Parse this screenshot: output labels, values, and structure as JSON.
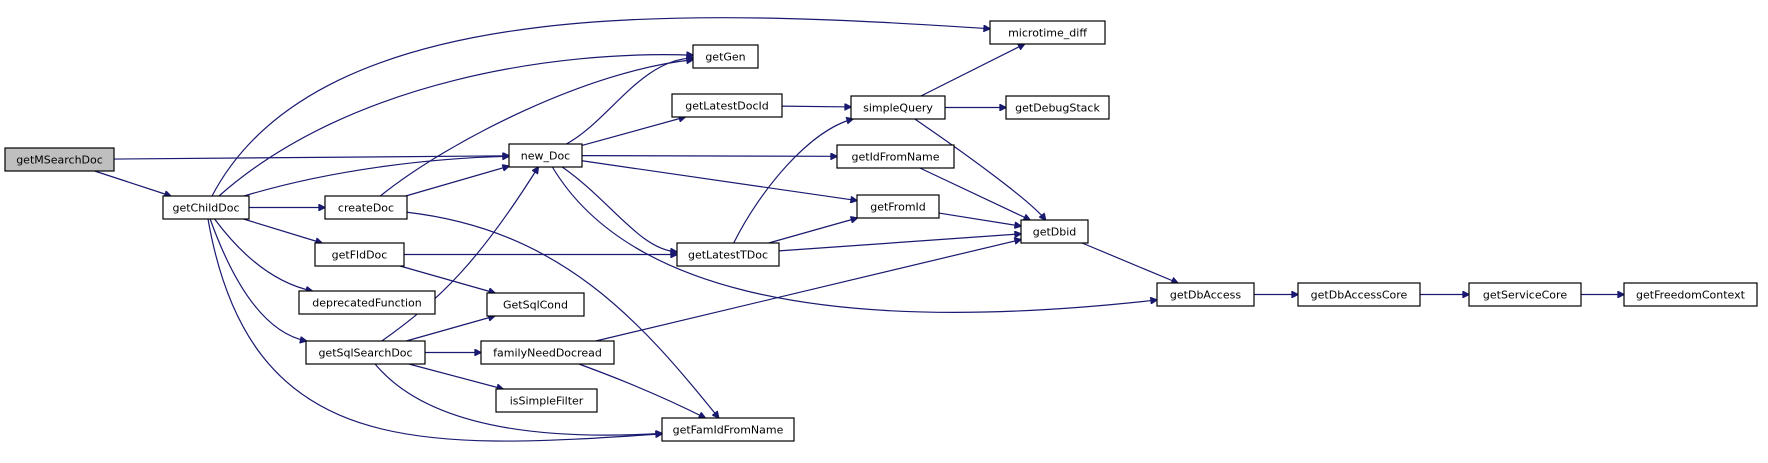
{
  "colors": {
    "edge": "#191970",
    "root_fill": "#bfbfbf",
    "node_fill": "#ffffff",
    "node_stroke": "#000000"
  },
  "nodes": [
    {
      "id": "getMSearchDoc",
      "label": "getMSearchDoc",
      "root": true
    },
    {
      "id": "getChildDoc",
      "label": "getChildDoc"
    },
    {
      "id": "new_Doc",
      "label": "new_Doc"
    },
    {
      "id": "createDoc",
      "label": "createDoc"
    },
    {
      "id": "getFldDoc",
      "label": "getFldDoc"
    },
    {
      "id": "deprecatedFunction",
      "label": "deprecatedFunction"
    },
    {
      "id": "getSqlSearchDoc",
      "label": "getSqlSearchDoc"
    },
    {
      "id": "getGen",
      "label": "getGen"
    },
    {
      "id": "getLatestDocId",
      "label": "getLatestDocId"
    },
    {
      "id": "getLatestTDoc",
      "label": "getLatestTDoc"
    },
    {
      "id": "GetSqlCond",
      "label": "GetSqlCond"
    },
    {
      "id": "familyNeedDocread",
      "label": "familyNeedDocread"
    },
    {
      "id": "isSimpleFilter",
      "label": "isSimpleFilter"
    },
    {
      "id": "getFamIdFromName",
      "label": "getFamIdFromName"
    },
    {
      "id": "microtime_diff",
      "label": "microtime_diff"
    },
    {
      "id": "simpleQuery",
      "label": "simpleQuery"
    },
    {
      "id": "getDebugStack",
      "label": "getDebugStack"
    },
    {
      "id": "getIdFromName",
      "label": "getIdFromName"
    },
    {
      "id": "getFromId",
      "label": "getFromId"
    },
    {
      "id": "getDbid",
      "label": "getDbid"
    },
    {
      "id": "getDbAccess",
      "label": "getDbAccess"
    },
    {
      "id": "getDbAccessCore",
      "label": "getDbAccessCore"
    },
    {
      "id": "getServiceCore",
      "label": "getServiceCore"
    },
    {
      "id": "getFreedomContext",
      "label": "getFreedomContext"
    }
  ],
  "edges": [
    [
      "getMSearchDoc",
      "new_Doc"
    ],
    [
      "getMSearchDoc",
      "getChildDoc"
    ],
    [
      "getChildDoc",
      "microtime_diff"
    ],
    [
      "getChildDoc",
      "getGen"
    ],
    [
      "getChildDoc",
      "new_Doc"
    ],
    [
      "getChildDoc",
      "createDoc"
    ],
    [
      "getChildDoc",
      "getFldDoc"
    ],
    [
      "getChildDoc",
      "deprecatedFunction"
    ],
    [
      "getChildDoc",
      "getSqlSearchDoc"
    ],
    [
      "getChildDoc",
      "getFamIdFromName"
    ],
    [
      "createDoc",
      "getGen"
    ],
    [
      "createDoc",
      "new_Doc"
    ],
    [
      "createDoc",
      "getFamIdFromName"
    ],
    [
      "getFldDoc",
      "getLatestTDoc"
    ],
    [
      "getFldDoc",
      "GetSqlCond"
    ],
    [
      "getSqlSearchDoc",
      "new_Doc"
    ],
    [
      "getSqlSearchDoc",
      "GetSqlCond"
    ],
    [
      "getSqlSearchDoc",
      "familyNeedDocread"
    ],
    [
      "getSqlSearchDoc",
      "isSimpleFilter"
    ],
    [
      "getSqlSearchDoc",
      "getFamIdFromName"
    ],
    [
      "new_Doc",
      "getGen"
    ],
    [
      "new_Doc",
      "getLatestDocId"
    ],
    [
      "new_Doc",
      "getIdFromName"
    ],
    [
      "new_Doc",
      "getFromId"
    ],
    [
      "new_Doc",
      "getLatestTDoc"
    ],
    [
      "new_Doc",
      "getDbAccess"
    ],
    [
      "getLatestDocId",
      "simpleQuery"
    ],
    [
      "getLatestTDoc",
      "simpleQuery"
    ],
    [
      "getLatestTDoc",
      "getFromId"
    ],
    [
      "getLatestTDoc",
      "getDbid"
    ],
    [
      "familyNeedDocread",
      "getDbid"
    ],
    [
      "familyNeedDocread",
      "getFamIdFromName"
    ],
    [
      "simpleQuery",
      "microtime_diff"
    ],
    [
      "simpleQuery",
      "getDebugStack"
    ],
    [
      "simpleQuery",
      "getDbid"
    ],
    [
      "getIdFromName",
      "getDbid"
    ],
    [
      "getFromId",
      "getDbid"
    ],
    [
      "getDbid",
      "getDbAccess"
    ],
    [
      "getDbAccess",
      "getDbAccessCore"
    ],
    [
      "getDbAccessCore",
      "getServiceCore"
    ],
    [
      "getServiceCore",
      "getFreedomContext"
    ]
  ]
}
